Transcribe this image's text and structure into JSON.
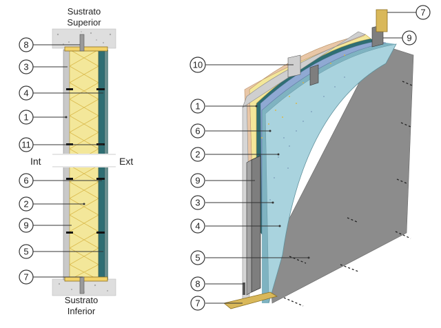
{
  "section": {
    "top_label_line1": "Sustrato",
    "top_label_line2": "Superior",
    "bottom_label_line1": "Sustrato",
    "bottom_label_line2": "Inferior",
    "interior_label": "Int",
    "exterior_label": "Ext",
    "callouts": [
      "8",
      "3",
      "4",
      "1",
      "11",
      "6",
      "2",
      "9",
      "5",
      "7"
    ]
  },
  "iso": {
    "callouts": [
      "10",
      "1",
      "6",
      "2",
      "9",
      "3",
      "4",
      "5",
      "8",
      "7",
      "7",
      "9"
    ]
  },
  "colors": {
    "insulation": "#f3e79a",
    "insulation_stroke": "#d9b84a",
    "drywall": "#c9c9c9",
    "sheathing_green": "#2f6e73",
    "board_blue": "#a9d3de",
    "finish_gray": "#8c8c8c",
    "membrane_blue": "#8fa9d3",
    "foam_peach": "#e9c7a7",
    "stud_gray": "#7e7e7e",
    "track_yellow": "#d9b85a"
  }
}
